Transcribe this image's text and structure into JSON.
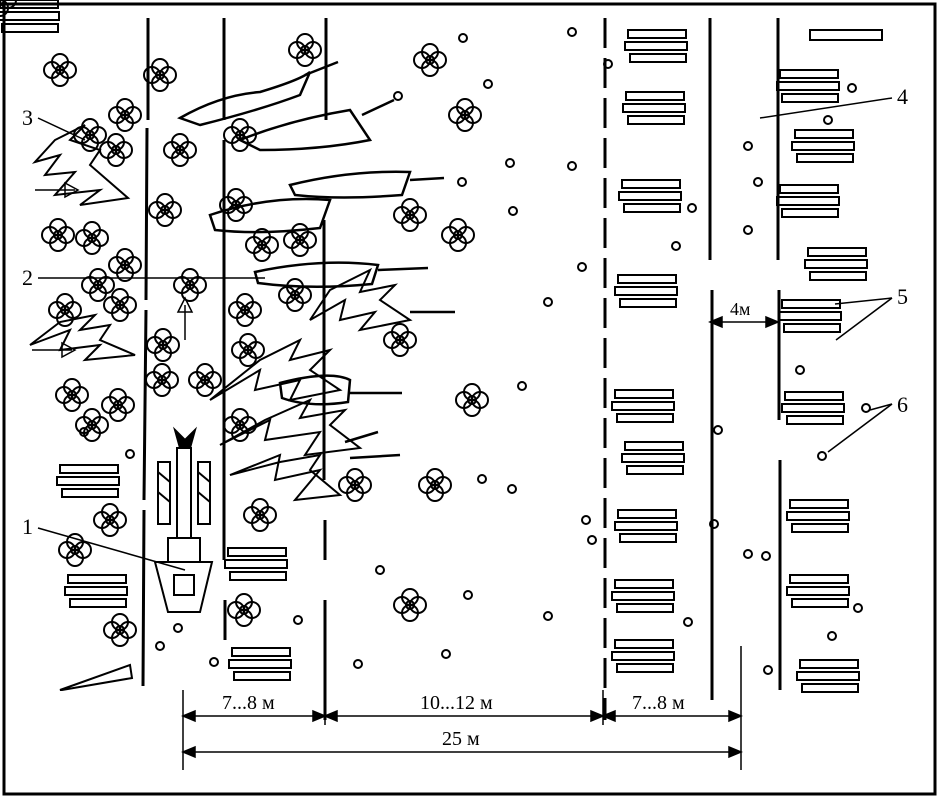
{
  "callouts": {
    "n1": "1",
    "n2": "2",
    "n3": "3",
    "n4": "4",
    "n5": "5",
    "n6": "6"
  },
  "dimensions": {
    "left_strip": "7...8 м",
    "middle_strip": "10...12 м",
    "right_strip": "7...8 м",
    "total": "25 м",
    "gap": "4м"
  },
  "colors": {
    "ink": "#000000",
    "background": "#ffffff"
  }
}
